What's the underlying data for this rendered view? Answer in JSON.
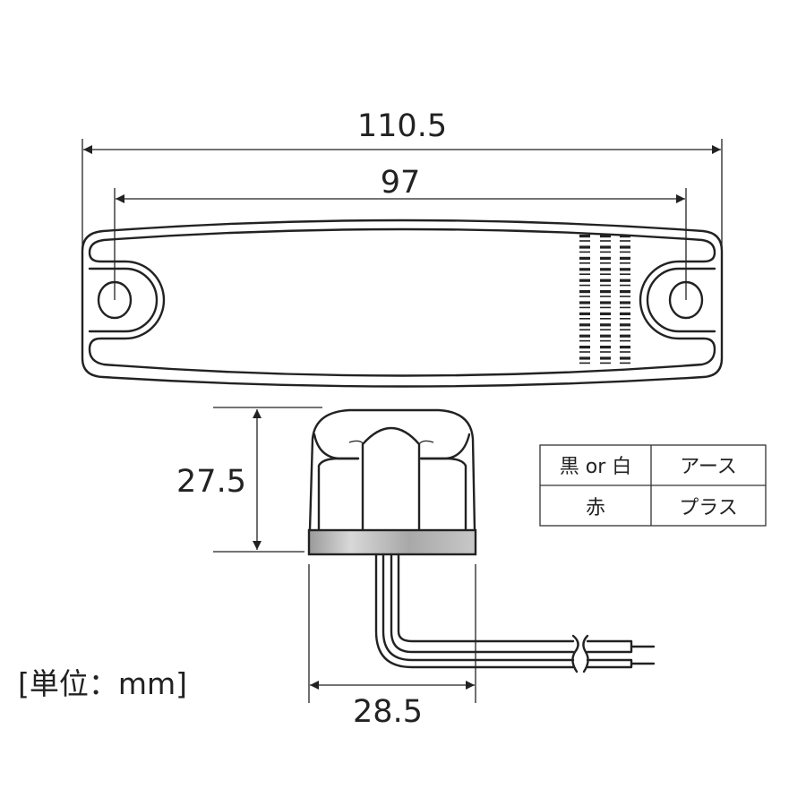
{
  "dimensions": {
    "overall_length": "110.5",
    "hole_pitch": "97",
    "height": "27.5",
    "base_width": "28.5"
  },
  "unit_label": "[単位：mm]",
  "wiring_table": {
    "rows": [
      {
        "wire": "黒 or 白",
        "function": "アース"
      },
      {
        "wire": "赤",
        "function": "プラス"
      }
    ]
  }
}
